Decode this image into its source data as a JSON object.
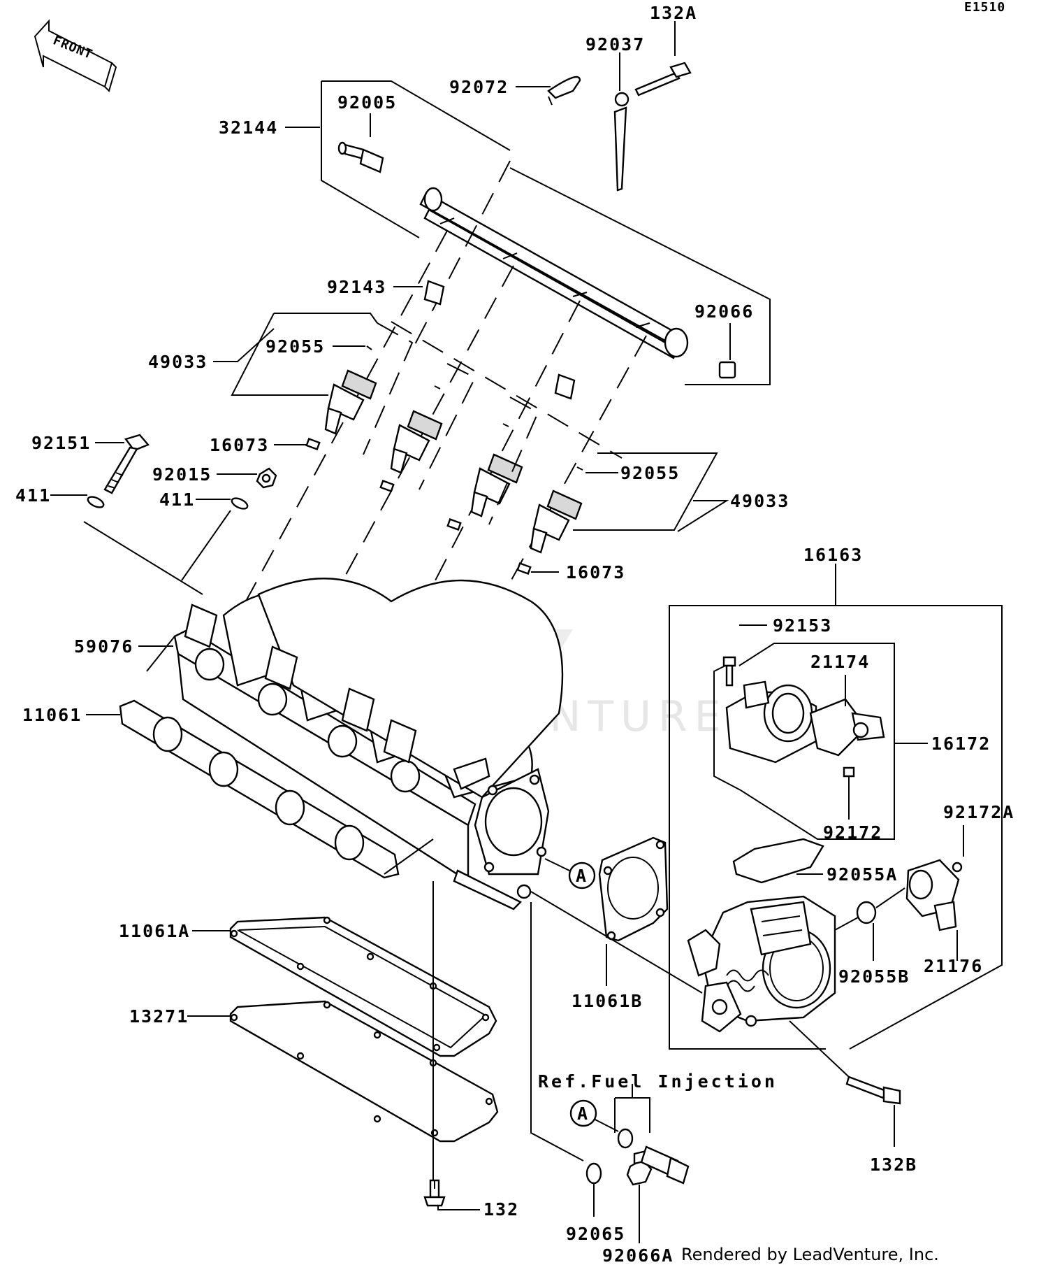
{
  "diagram_code": "E1510",
  "front_label": "FRONT",
  "watermark": "LEADVENTURE",
  "reference_note": "Ref.Fuel Injection",
  "callout_marker": "A",
  "credit": "Rendered by LeadVenture, Inc.",
  "parts": {
    "p132A": "132A",
    "p92037": "92037",
    "p92072": "92072",
    "p92005": "92005",
    "p32144": "32144",
    "p92143": "92143",
    "p92066": "92066",
    "p49033_left": "49033",
    "p92055_left": "92055",
    "p92151": "92151",
    "p16073_left": "16073",
    "p92015": "92015",
    "p411_left": "411",
    "p411_right": "411",
    "p92055_right": "92055",
    "p49033_right": "49033",
    "p16073_right": "16073",
    "p16163": "16163",
    "p92153": "92153",
    "p59076": "59076",
    "p21174": "21174",
    "p11061": "11061",
    "p16172": "16172",
    "p92172A": "92172A",
    "p92172": "92172",
    "p92055A": "92055A",
    "p11061A": "11061A",
    "p11061B": "11061B",
    "p92055B": "92055B",
    "p21176": "21176",
    "p13271": "13271",
    "p132B": "132B",
    "p132": "132",
    "p92065": "92065",
    "p92066A": "92066A"
  }
}
